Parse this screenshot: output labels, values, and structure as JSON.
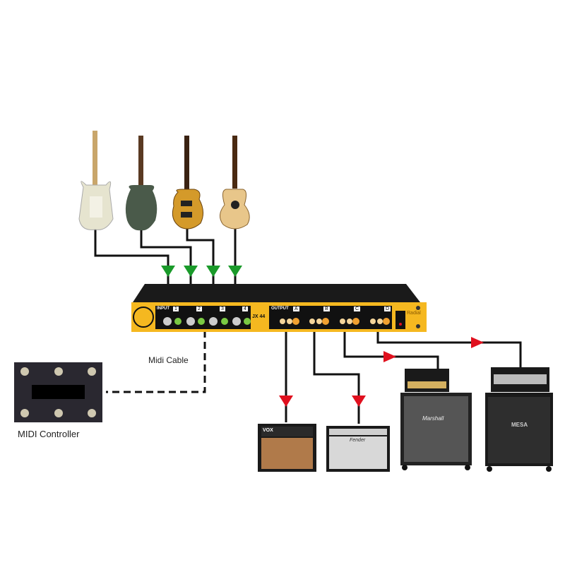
{
  "labels": {
    "midi_cable": "Midi Cable",
    "midi_controller": "MIDI Controller"
  },
  "rack": {
    "input_label": "INPUT",
    "output_label": "OUTPUT",
    "inputs": [
      "1",
      "2",
      "3",
      "4"
    ],
    "outputs": [
      "A",
      "B",
      "C",
      "D"
    ],
    "model": "JX 44",
    "brand": "Radial"
  },
  "amps": {
    "vox": "VOX",
    "fender": "Fender",
    "marshall": "Marshall",
    "mesa": "MESA"
  },
  "colors": {
    "input_arrow": "#1a9a2a",
    "output_arrow": "#e0101e",
    "rack_yellow": "#f5b820"
  }
}
